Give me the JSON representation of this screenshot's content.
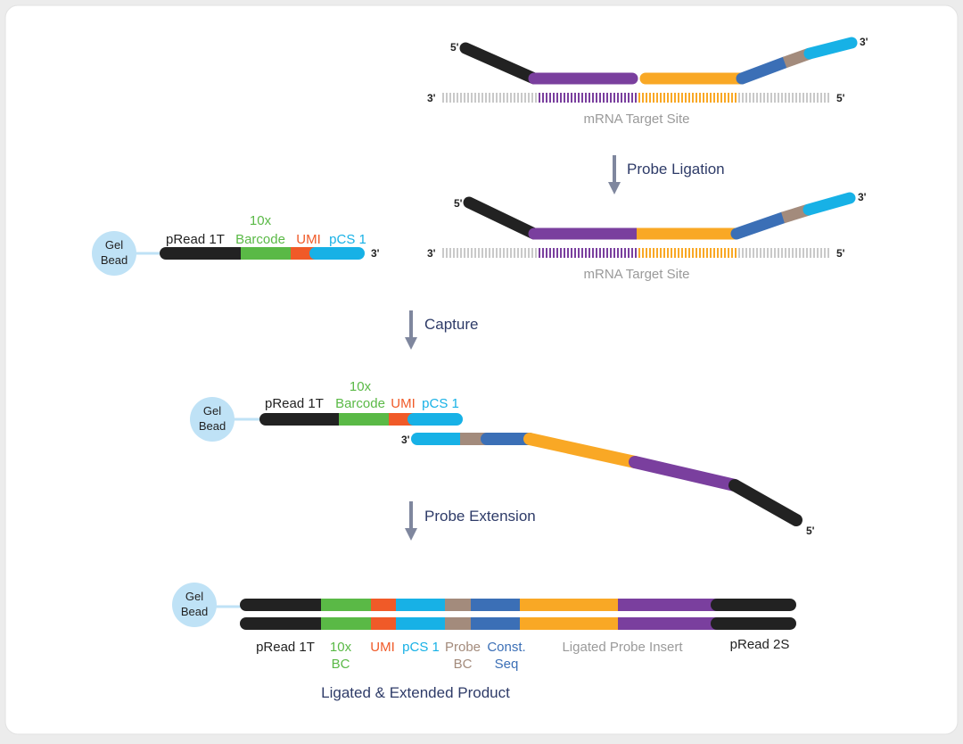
{
  "colors": {
    "black": "#222222",
    "purple": "#7a3f9e",
    "orange": "#f9a825",
    "dark_blue": "#3b6fb6",
    "taupe": "#a38b7c",
    "cyan": "#17b1e6",
    "green": "#5ab946",
    "red_orange": "#f05a28",
    "light_grey": "#c9c9c9",
    "bead_fill": "#bfe2f6",
    "arrow_grey": "#7f879e",
    "step_text": "#2e3b68",
    "target_text": "#9a9a9a"
  },
  "ends": {
    "five_prime": "5'",
    "three_prime": "3'"
  },
  "target_site_label": "mRNA Target Site",
  "bead": {
    "line1": "Gel",
    "line2": "Bead"
  },
  "steps": {
    "probe_ligation": "Probe Ligation",
    "capture": "Capture",
    "probe_extension": "Probe Extension"
  },
  "oligo_labels": {
    "pread_1t": "pRead 1T",
    "tenx": "10x",
    "barcode": "Barcode",
    "umi": "UMI",
    "pcs1": "pCS 1"
  },
  "product_labels": {
    "pread_1t": "pRead 1T",
    "tenx": "10x",
    "bc": "BC",
    "umi": "UMI",
    "pcs1": "pCS 1",
    "probe": "Probe",
    "probe_bc": "BC",
    "const": "Const.",
    "seq": "Seq",
    "insert": "Ligated Probe Insert",
    "pread_2s": "pRead 2S"
  },
  "product_title": "Ligated & Extended Product"
}
